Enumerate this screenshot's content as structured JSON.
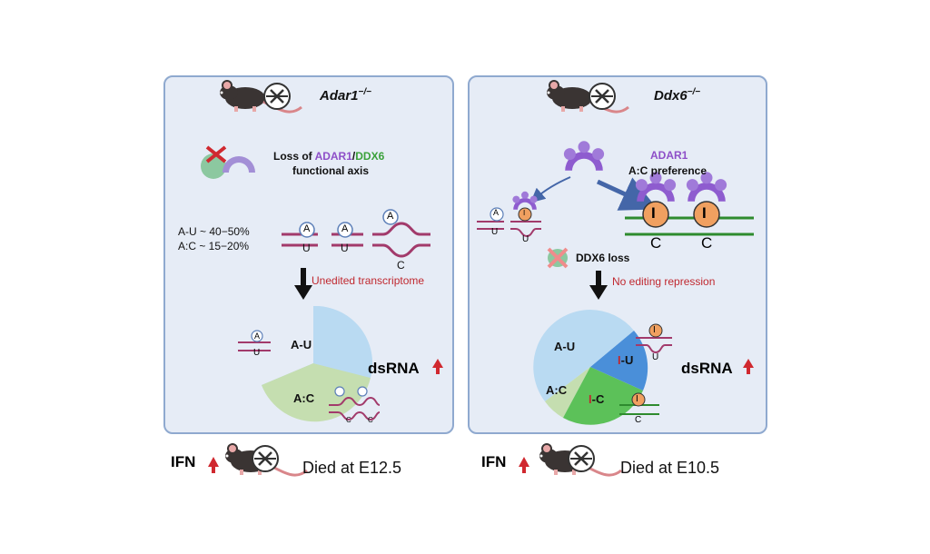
{
  "left": {
    "genotype": "Adar1",
    "genotype_sup": "−/−",
    "axis_prefix": "Loss of ",
    "axis_adar": "ADAR1",
    "axis_slash": "/",
    "axis_ddx": "DDX6",
    "axis_line2": "functional axis",
    "au_ratio": "A-U ~ 40−50%",
    "ac_ratio": "A:C ~ 15−20%",
    "arrow_note": "Unedited transcriptome",
    "pie_au": "A-U",
    "pie_ac": "A:C",
    "dsrna": "dsRNA",
    "ifn": "IFN",
    "death": "Died at E12.5",
    "base_a": "A",
    "base_u": "U",
    "base_c": "C"
  },
  "right": {
    "genotype": "Ddx6",
    "genotype_sup": "−/−",
    "adar_label": "ADAR1",
    "preference": "A:C preference",
    "ddx6_loss": "DDX6 loss",
    "arrow_note": "No editing repression",
    "pie_au": "A-U",
    "pie_iu_i": "I",
    "pie_iu_u": "-U",
    "pie_ac": "A:C",
    "pie_ic_i": "I",
    "pie_ic_c": "-C",
    "dsrna": "dsRNA",
    "ifn": "IFN",
    "death": "Died at E10.5",
    "base_i": "I",
    "base_c": "C",
    "base_u": "U",
    "base_a": "A"
  },
  "colors": {
    "panel_bg": "#e6ecf6",
    "panel_border": "#8fa9cf",
    "pie_au": "#b9daf2",
    "pie_ac": "#c5deb0",
    "pie_iu": "#4a8fd9",
    "pie_ic": "#5cc159",
    "rna_strand": "#a23a6b",
    "dsrna_green": "#2e8b2e",
    "adar_purple": "#8e5ccf",
    "inosine_orange": "#f0a060",
    "arrow_up_red": "#d0282f"
  }
}
